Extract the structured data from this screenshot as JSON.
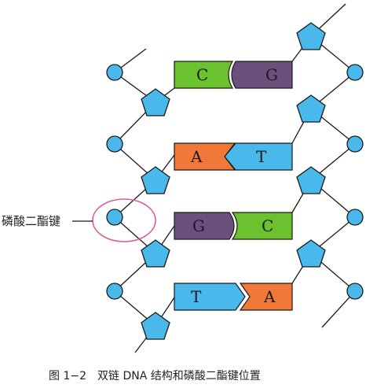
{
  "colors": {
    "C": "#6cc12e",
    "G": "#6c4f7c",
    "A": "#f0793a",
    "T": "#49b8ea",
    "backbone": "#49b8ea",
    "highlight": "#d4609c"
  },
  "base_pairs": [
    {
      "left": "C",
      "right": "G"
    },
    {
      "left": "A",
      "right": "T"
    },
    {
      "left": "G",
      "right": "C"
    },
    {
      "left": "T",
      "right": "A"
    }
  ],
  "label": "磷酸二酯键",
  "caption": "图 1−2　双链 DNA 结构和磷酸二酯键位置"
}
